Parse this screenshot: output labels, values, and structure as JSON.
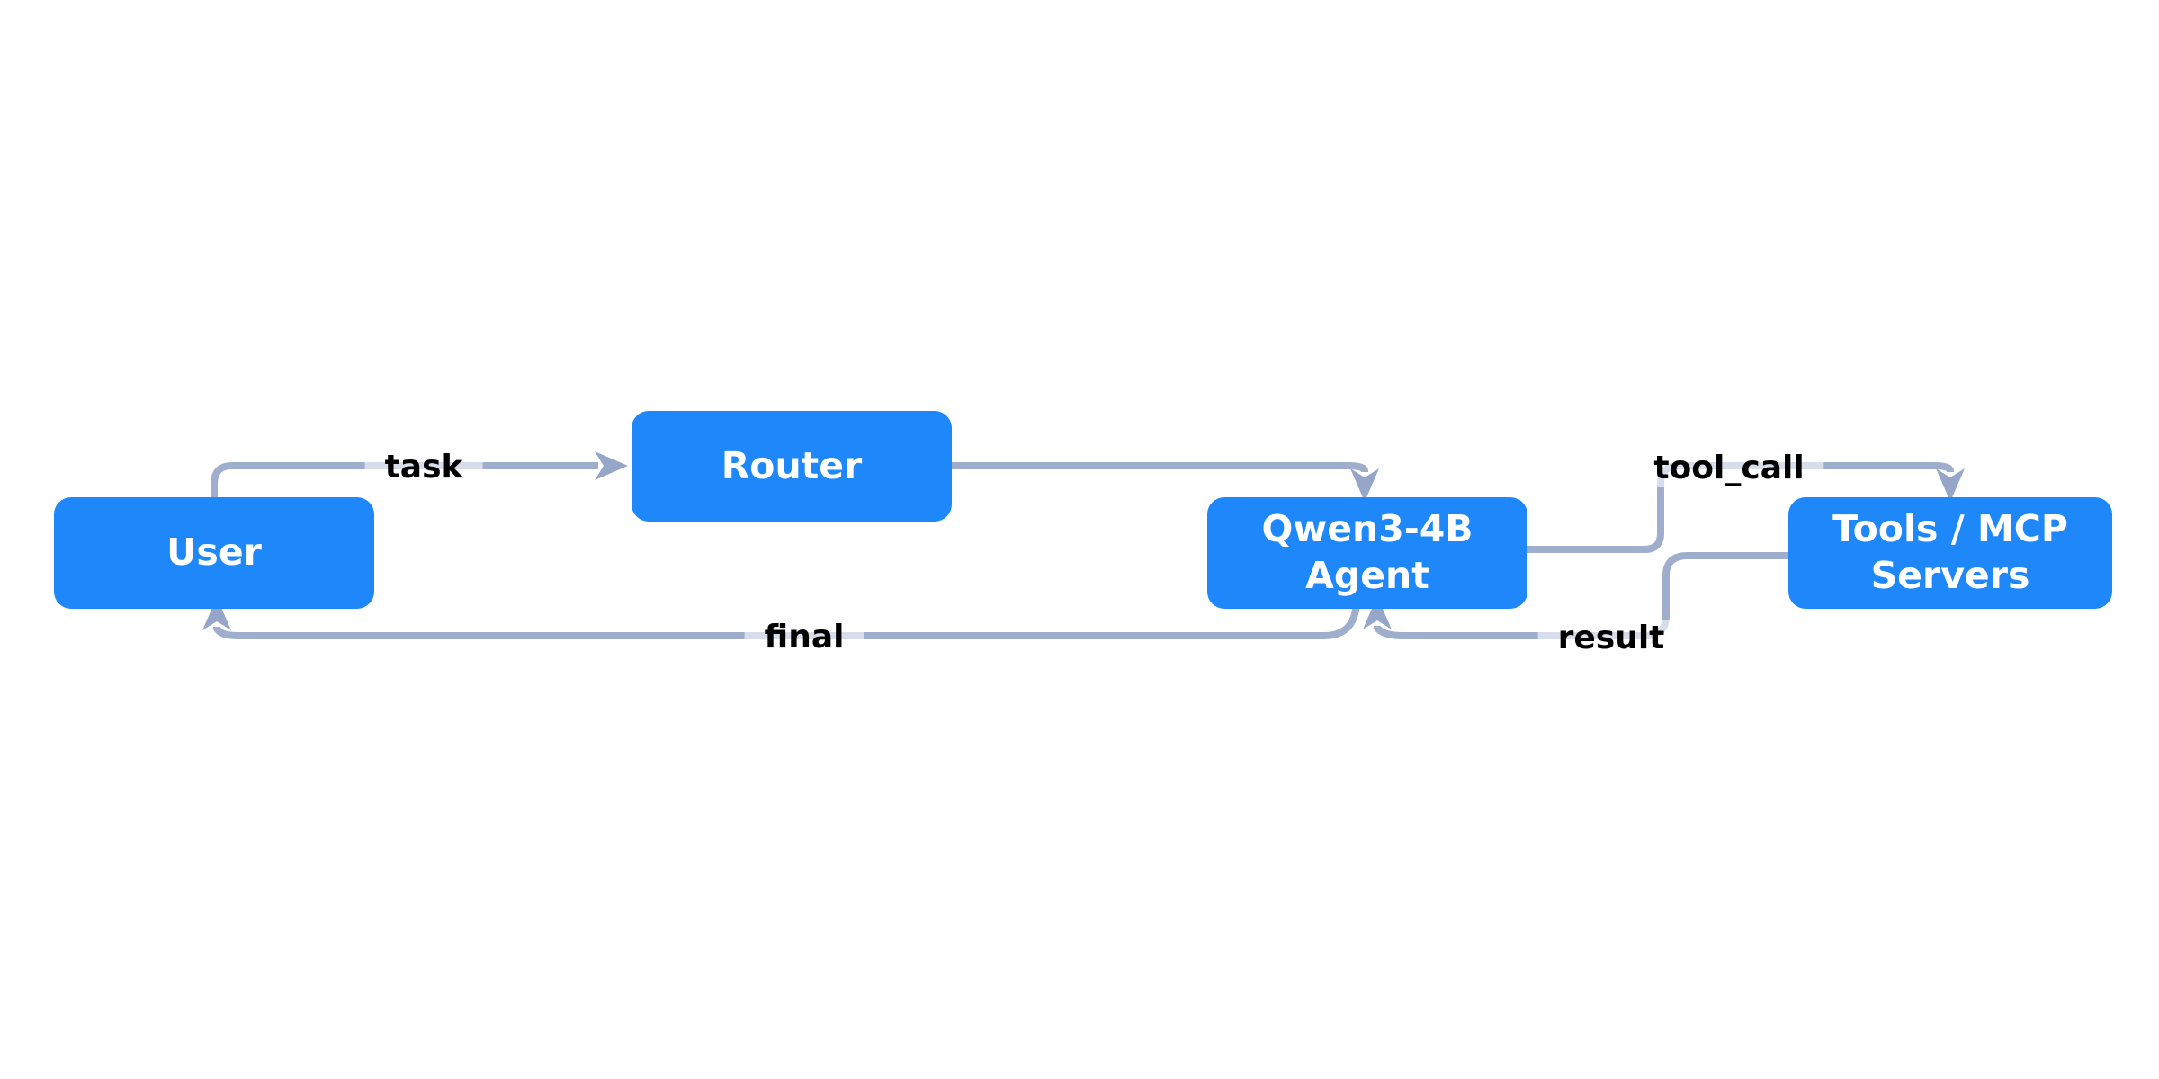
{
  "diagram": {
    "nodes": {
      "user": {
        "lines": [
          "User"
        ]
      },
      "router": {
        "lines": [
          "Router"
        ]
      },
      "agent": {
        "lines": [
          "Qwen3-4B",
          "Agent"
        ]
      },
      "tools": {
        "lines": [
          "Tools / MCP",
          "Servers"
        ]
      }
    },
    "edges": {
      "task": {
        "label": "task"
      },
      "tool_call": {
        "label": "tool_call"
      },
      "result": {
        "label": "result"
      },
      "final": {
        "label": "final"
      }
    },
    "colors": {
      "canvas_bg": "#ffffff",
      "node_fill": "#1E88FA",
      "node_text": "#ffffff",
      "edge_line": "#A0AECD",
      "arrowhead": "#96A6C8",
      "label_text": "#000000",
      "label_bg": "rgba(255,255,255,0.58)"
    }
  }
}
